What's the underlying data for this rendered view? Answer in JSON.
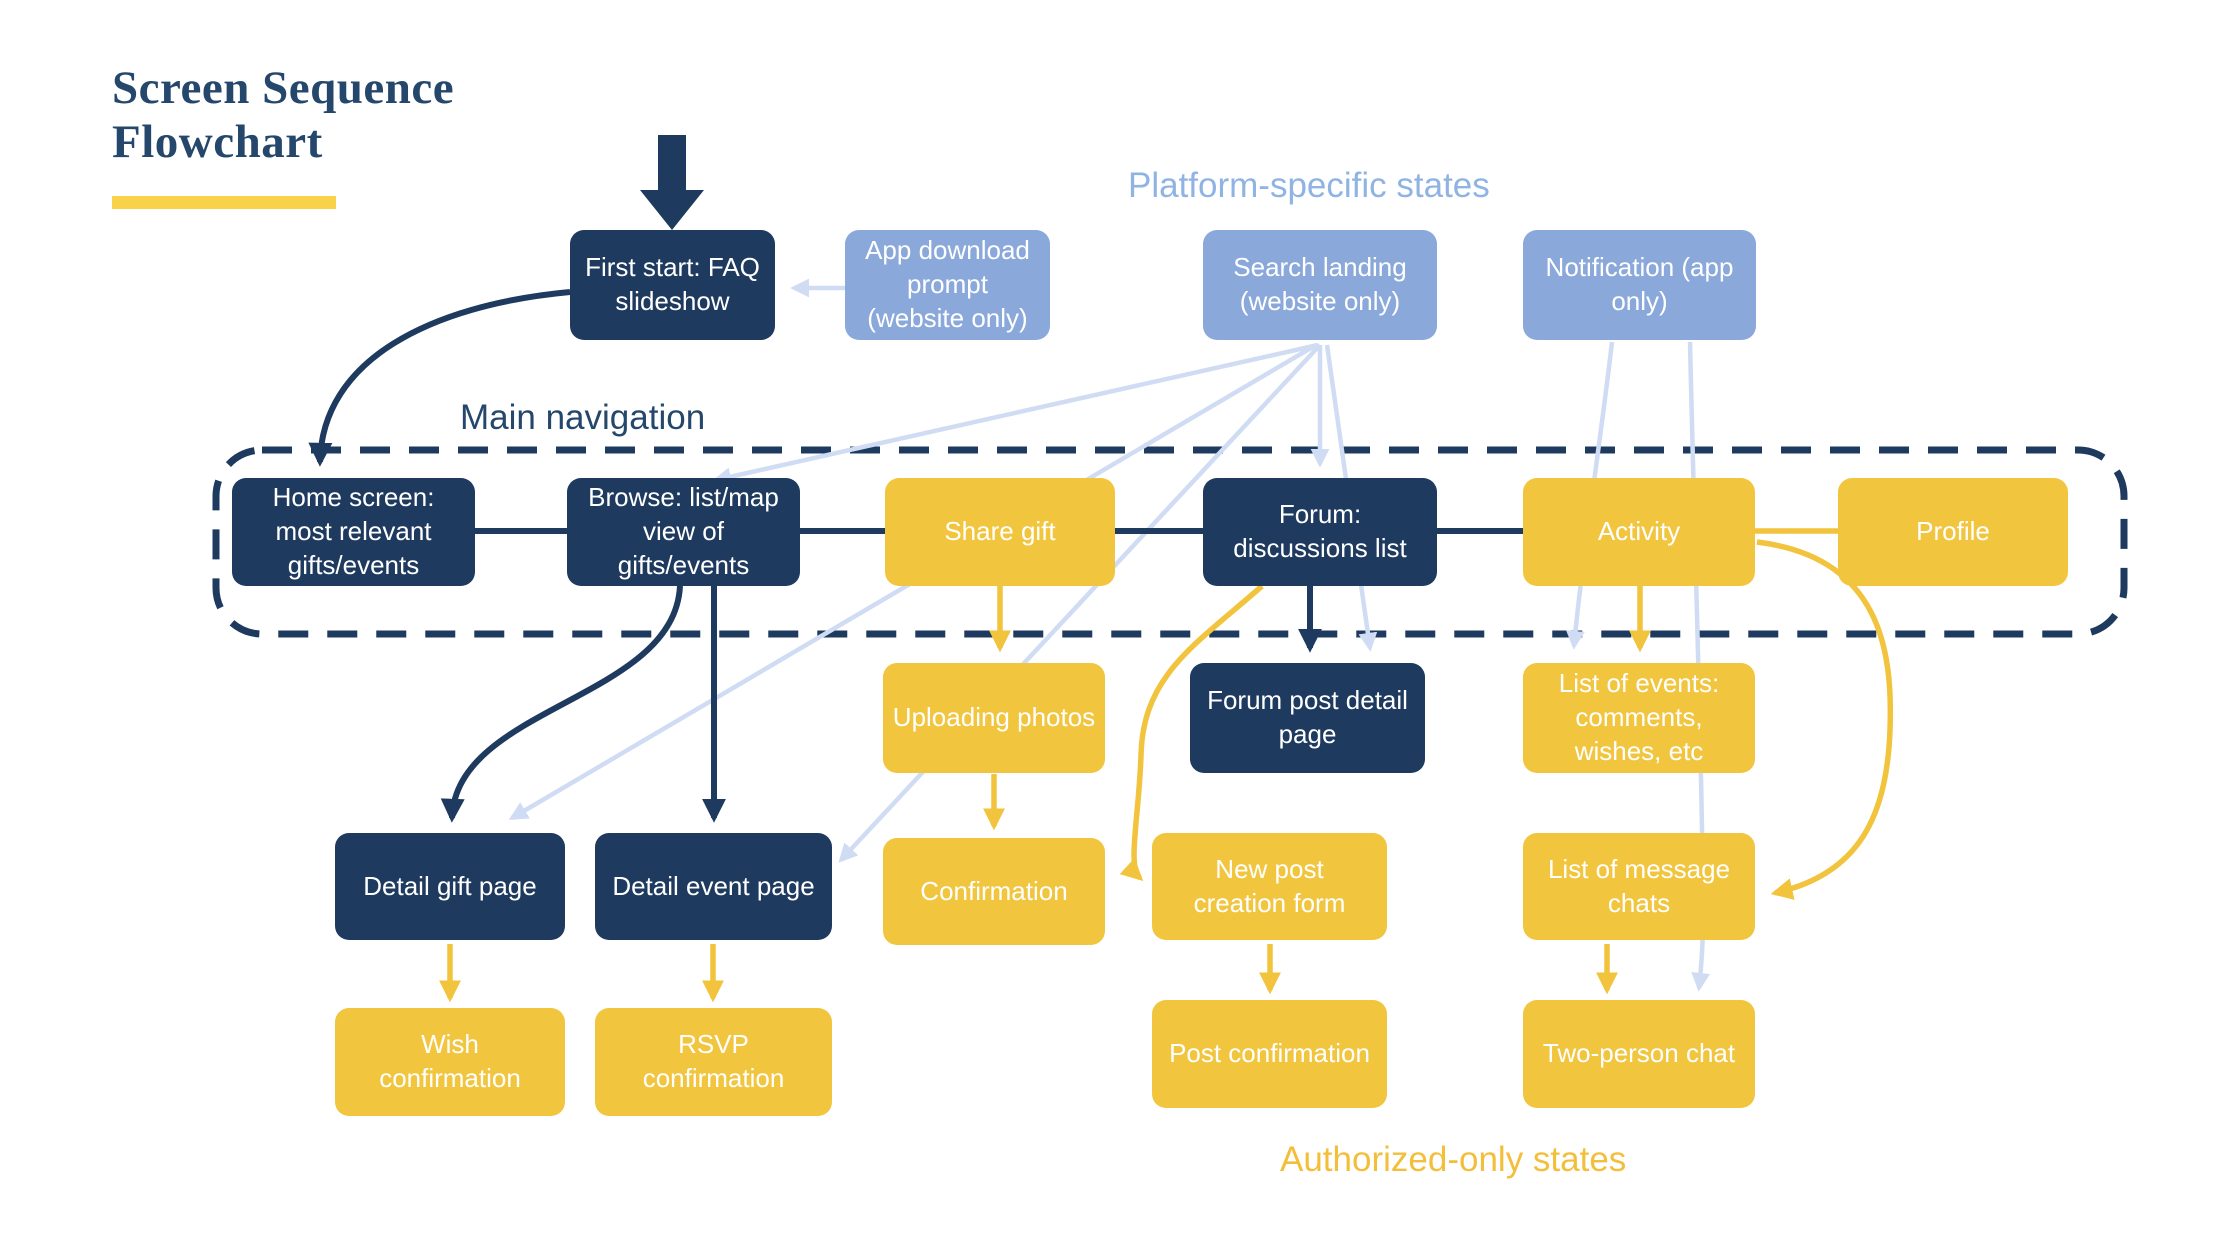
{
  "title": {
    "line1": "Screen Sequence",
    "line2": "Flowchart"
  },
  "section_labels": {
    "platform": "Platform-specific states",
    "main_nav": "Main navigation",
    "authorized": "Authorized-only states"
  },
  "colors": {
    "navy_box": "#1e3a5f",
    "navy_arrow": "#1e3a5f",
    "light_blue_box": "#8aa8da",
    "light_blue_arrow": "#cfdcf3",
    "yellow_box": "#f2c53e",
    "yellow_arrow": "#f2c33c",
    "title_text": "#24476b",
    "platform_label_text": "#8fb3e3",
    "authorized_label_text": "#f3bf3a"
  },
  "nodes": {
    "faq": {
      "label": "First start: FAQ slideshow",
      "kind": "main"
    },
    "app_download": {
      "label": "App download prompt (website only)",
      "kind": "platform-specific"
    },
    "search_landing": {
      "label": "Search landing (website only)",
      "kind": "platform-specific"
    },
    "notification": {
      "label": "Notification (app only)",
      "kind": "platform-specific"
    },
    "home": {
      "label": "Home screen: most relevant gifts/events",
      "kind": "main"
    },
    "browse": {
      "label": "Browse: list/map view of gifts/events",
      "kind": "main"
    },
    "share_gift": {
      "label": "Share gift",
      "kind": "authorized-only"
    },
    "forum": {
      "label": "Forum: discussions list",
      "kind": "main"
    },
    "activity": {
      "label": "Activity",
      "kind": "authorized-only"
    },
    "profile": {
      "label": "Profile",
      "kind": "authorized-only"
    },
    "uploading_photos": {
      "label": "Uploading photos",
      "kind": "authorized-only"
    },
    "forum_post_detail": {
      "label": "Forum post detail page",
      "kind": "main"
    },
    "list_of_events": {
      "label": "List of events: comments, wishes, etc",
      "kind": "authorized-only"
    },
    "detail_gift": {
      "label": "Detail gift page",
      "kind": "main"
    },
    "detail_event": {
      "label": "Detail event page",
      "kind": "main"
    },
    "confirmation": {
      "label": "Confirmation",
      "kind": "authorized-only"
    },
    "new_post_form": {
      "label": "New post creation form",
      "kind": "authorized-only"
    },
    "list_of_chats": {
      "label": "List of message chats",
      "kind": "authorized-only"
    },
    "wish_confirmation": {
      "label": "Wish confirmation",
      "kind": "authorized-only"
    },
    "rsvp_confirmation": {
      "label": "RSVP confirmation",
      "kind": "authorized-only"
    },
    "post_confirmation": {
      "label": "Post confirmation",
      "kind": "authorized-only"
    },
    "two_person_chat": {
      "label": "Two-person chat",
      "kind": "authorized-only"
    }
  }
}
